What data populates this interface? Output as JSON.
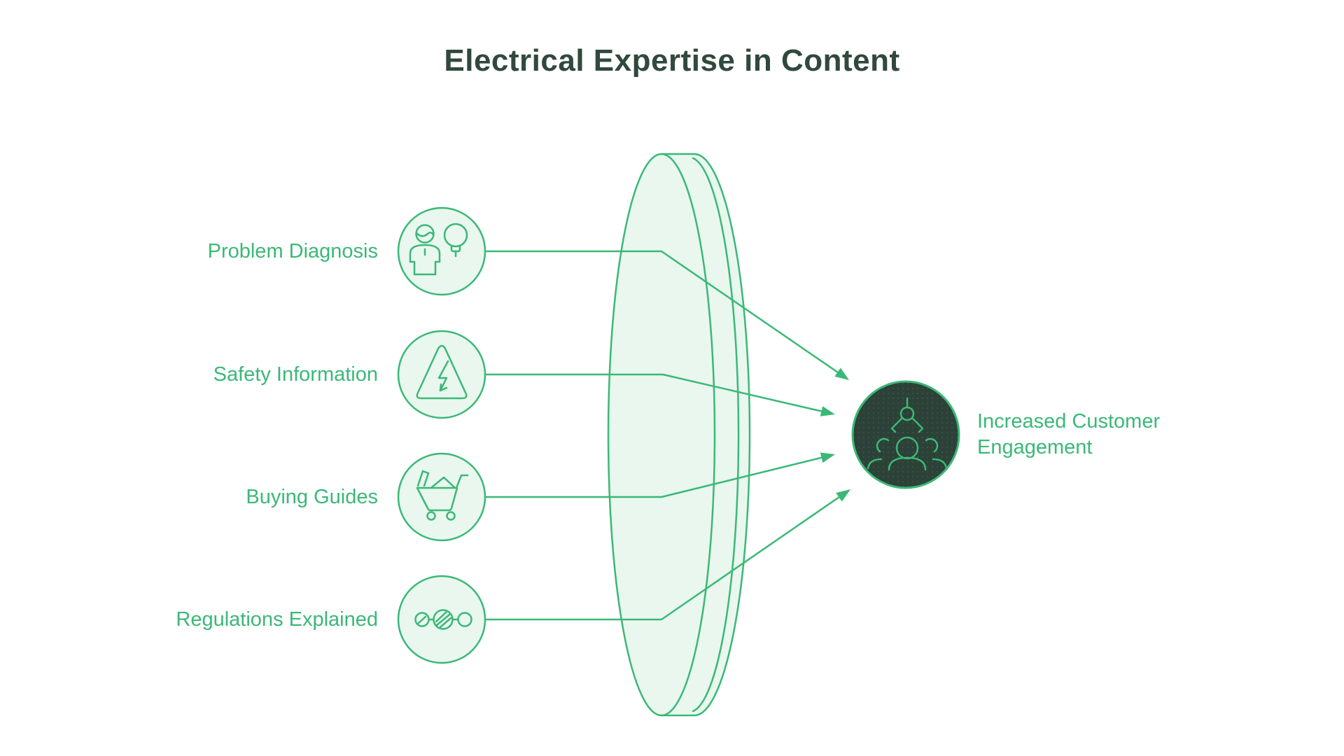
{
  "title": "Electrical Expertise in Content",
  "colors": {
    "accent": "#3bb877",
    "light_fill": "#e9f7ef",
    "dark_fill": "#2c4137",
    "title_color": "#31493c",
    "background": "#ffffff"
  },
  "sources": [
    {
      "label": "Problem Diagnosis",
      "icon": "person-lightbulb-icon"
    },
    {
      "label": "Safety Information",
      "icon": "electrical-hazard-icon"
    },
    {
      "label": "Buying Guides",
      "icon": "shopping-cart-icon"
    },
    {
      "label": "Regulations Explained",
      "icon": "linked-nodes-icon"
    }
  ],
  "outcome": {
    "label": "Increased Customer Engagement",
    "icon": "claw-machine-people-icon"
  },
  "shapes": {
    "lens": "converging-lens",
    "connector": "arrow"
  }
}
